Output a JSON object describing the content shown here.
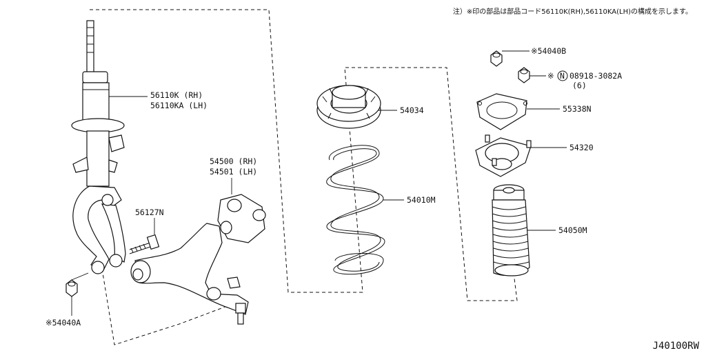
{
  "note": {
    "text": "注）※印の部品は部品コード56110K(RH),56110KA(LH)の構成を示します。"
  },
  "diagram_code": "J40100RW",
  "parts": {
    "strut": {
      "line1": "56110K (RH)",
      "line2": "56110KA (LH)"
    },
    "lower_arm": {
      "line1": "54500 (RH)",
      "line2": "54501 (LH)"
    },
    "bolt": "56127N",
    "nut_a": "※54040A",
    "spring_seat": "54034",
    "coil_spring": "54010M",
    "nut_b": "※54040B",
    "nut_n": {
      "prefix": "※",
      "symbol": "N",
      "number": "08918-3082A",
      "qty": "(6)"
    },
    "bearing": "55338N",
    "mount": "54320",
    "bound_bumper": "54050M"
  }
}
